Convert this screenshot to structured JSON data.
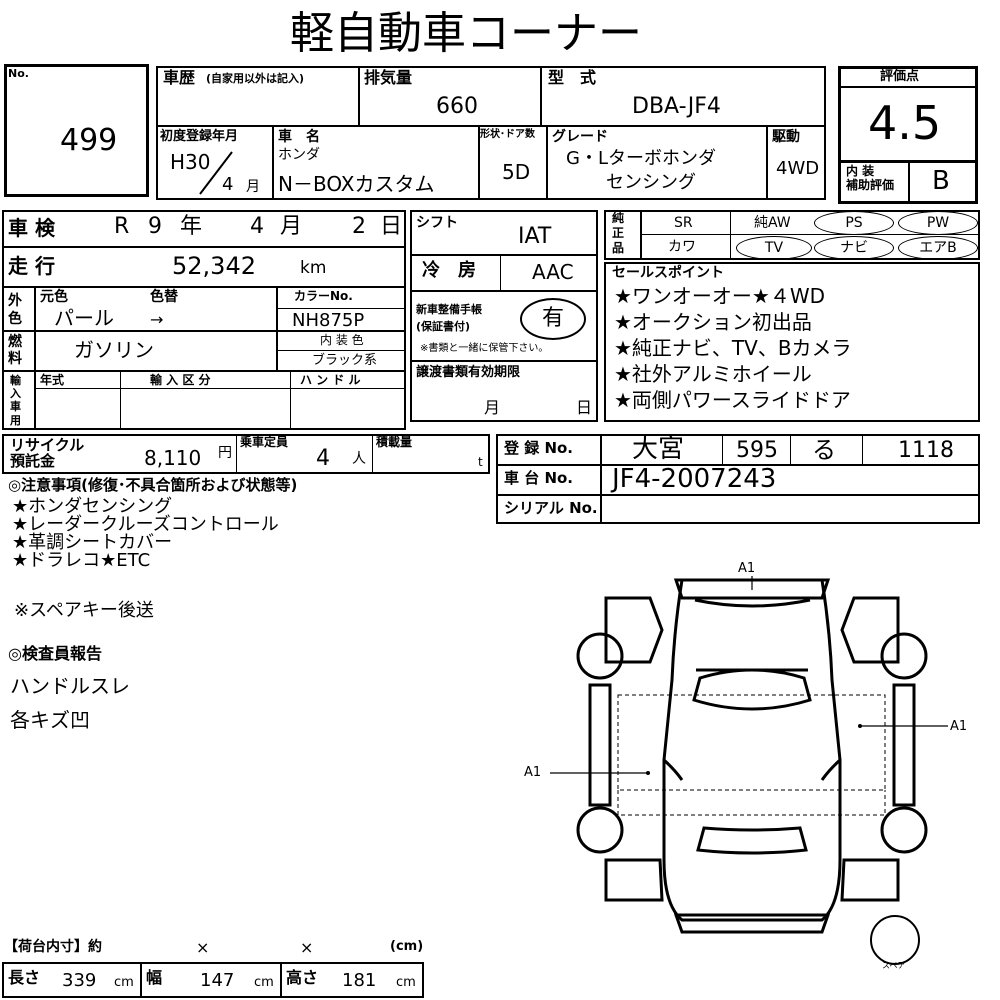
{
  "title": "軽自動車コーナー",
  "lot": {
    "label": "No.",
    "value": "499"
  },
  "history": {
    "label": "車歴",
    "note": "(自家用以外は記入)",
    "value": ""
  },
  "displacement": {
    "label": "排気量",
    "value": "660"
  },
  "model": {
    "label": "型　式",
    "value": "DBA-JF4"
  },
  "rating": {
    "label": "評価点",
    "value": "4.5",
    "interior_label": "内 装\n補助評価",
    "interior_value": "B"
  },
  "first_reg": {
    "label": "初度登録年月",
    "era": "H30",
    "month": "4",
    "month_unit": "月"
  },
  "car_name": {
    "label": "車　名",
    "maker": "ホンダ",
    "name": "N－BOXカスタム"
  },
  "doors": {
    "label": "形状･ドア数",
    "value": "5D"
  },
  "grade": {
    "label": "グレード",
    "line1": "G・Lターボホンダ",
    "line2": "センシング"
  },
  "drive": {
    "label": "駆動",
    "value": "4WD"
  },
  "inspection": {
    "label": "車 検",
    "era": "R",
    "year": "9",
    "year_unit": "年",
    "month": "4",
    "month_unit": "月",
    "day": "2",
    "day_unit": "日"
  },
  "mileage": {
    "label": "走 行",
    "value": "52,342",
    "unit": "km"
  },
  "color": {
    "outer_label": "外\n色",
    "original_label": "元色",
    "change_label": "色替",
    "original": "パール",
    "arrow": "→",
    "code_label": "カラーNo.",
    "code": "NH875P"
  },
  "fuel": {
    "label": "燃\n料",
    "value": "ガソリン",
    "interior_label": "内 装 色",
    "interior_value": "ブラック系"
  },
  "import": {
    "label": "輸\n入\n車\n用",
    "year_label": "年式",
    "type_label": "輸 入 区 分",
    "handle_label": "ハ ン ド ル"
  },
  "shift": {
    "label": "シフト",
    "value": "IAT"
  },
  "ac": {
    "label": "冷　房",
    "value": "AAC"
  },
  "warranty": {
    "label": "新車整備手帳\n(保証書付)",
    "value": "有",
    "note": "※書類と一緒に保管下さい。"
  },
  "transfer": {
    "label": "譲渡書類有効期限",
    "month": "月",
    "day": "日"
  },
  "options": {
    "genuine_label": "純\n正\n品",
    "r1": [
      "SR",
      "純AW",
      "PS",
      "PW"
    ],
    "r2": [
      "カワ",
      "TV",
      "ナビ",
      "エアB"
    ]
  },
  "sales_points": {
    "label": "セールスポイント",
    "items": [
      "★ワンオーオー★４WD",
      "★オークション初出品",
      "★純正ナビ、TV、Bカメラ",
      "★社外アルミホイール",
      "★両側パワースライドドア"
    ]
  },
  "recycle": {
    "label": "リサイクル\n預託金",
    "value": "8,110",
    "unit": "円"
  },
  "capacity": {
    "label": "乗車定員",
    "value": "4",
    "unit": "人"
  },
  "load": {
    "label": "積載量",
    "unit": "t"
  },
  "registration": {
    "label": "登 録 No.",
    "place": "大宮",
    "class": "595",
    "kana": "る",
    "number": "1118"
  },
  "chassis": {
    "label": "車 台 No.",
    "value": "JF4-2007243"
  },
  "serial": {
    "label": "シリアル No.",
    "value": ""
  },
  "notes": {
    "header": "◎注意事項(修復･不具合箇所および状態等)",
    "items": [
      "★ホンダセンシング",
      "★レーダークルーズコントロール",
      "★革調シートカバー",
      "★ドラレコ★ETC"
    ],
    "key": "※スペアキー後送"
  },
  "inspector": {
    "header": "◎検査員報告",
    "items": [
      "ハンドルスレ",
      "各キズ凹"
    ]
  },
  "diagram": {
    "marks": [
      "A1",
      "A1",
      "A1"
    ],
    "spare": "スペア"
  },
  "cargo": {
    "label": "【荷台内寸】約",
    "x1": "×",
    "x2": "×",
    "unit": "(cm)",
    "length_label": "長さ",
    "length": "339",
    "width_label": "幅",
    "width": "147",
    "height_label": "高さ",
    "height": "181",
    "cm": "cm"
  }
}
